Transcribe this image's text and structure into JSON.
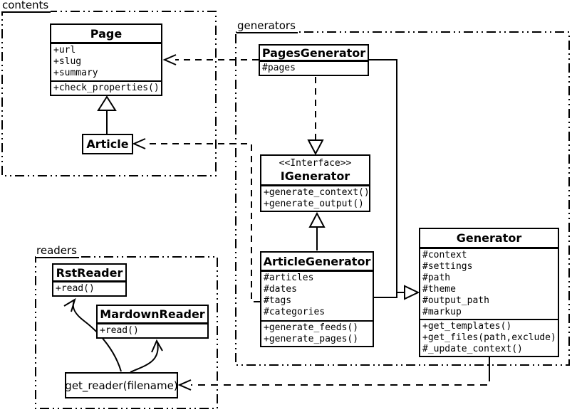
{
  "packages": {
    "contents": {
      "label": "contents"
    },
    "generators": {
      "label": "generators"
    },
    "readers": {
      "label": "readers"
    }
  },
  "classes": {
    "page": {
      "name": "Page",
      "attributes": [
        "+url",
        "+slug",
        "+summary"
      ],
      "methods": [
        "+check_properties()"
      ]
    },
    "article": {
      "name": "Article"
    },
    "pages_generator": {
      "name": "PagesGenerator",
      "attributes": [
        "#pages"
      ]
    },
    "igenerator": {
      "stereotype": "<<Interface>>",
      "name": "IGenerator",
      "methods": [
        "+generate_context()",
        "+generate_output()"
      ]
    },
    "article_generator": {
      "name": "ArticleGenerator",
      "attributes": [
        "#articles",
        "#dates",
        "#tags",
        "#categories"
      ],
      "methods": [
        "+generate_feeds()",
        "+generate_pages()"
      ]
    },
    "generator": {
      "name": "Generator",
      "attributes": [
        "#context",
        "#settings",
        "#path",
        "#theme",
        "#output_path",
        "#markup"
      ],
      "methods": [
        "+get_templates()",
        "+get_files(path,exclude)",
        "#_update_context()"
      ]
    },
    "rst_reader": {
      "name": "RstReader",
      "methods": [
        "+read()"
      ]
    },
    "mardown_reader": {
      "name": "MardownReader",
      "methods": [
        "+read()"
      ]
    },
    "get_reader": {
      "label": "get_reader(filename)"
    }
  },
  "relationships": [
    {
      "from": "Article",
      "to": "Page",
      "type": "generalization-solid-hollow-triangle"
    },
    {
      "from": "PagesGenerator",
      "to": "Page",
      "type": "dependency-dashed-open-arrow"
    },
    {
      "from": "ArticleGenerator",
      "to": "Article",
      "type": "dependency-dashed-open-arrow"
    },
    {
      "from": "PagesGenerator",
      "to": "IGenerator",
      "type": "realization-dashed-hollow-triangle"
    },
    {
      "from": "ArticleGenerator",
      "to": "IGenerator",
      "type": "generalization-solid-hollow-triangle"
    },
    {
      "from": "PagesGenerator",
      "to": "Generator",
      "type": "generalization-solid-hollow-triangle"
    },
    {
      "from": "ArticleGenerator",
      "to": "Generator",
      "type": "generalization-solid-hollow-triangle"
    },
    {
      "from": "Generator",
      "to": "get_reader(filename)",
      "type": "dependency-dashed-open-arrow"
    },
    {
      "from": "get_reader(filename)",
      "to": "RstReader",
      "type": "curved-open-arrow"
    },
    {
      "from": "get_reader(filename)",
      "to": "MardownReader",
      "type": "curved-open-arrow"
    }
  ],
  "colors": {
    "line": "#000000",
    "background": "#ffffff",
    "box_fill": "#ffffff"
  }
}
